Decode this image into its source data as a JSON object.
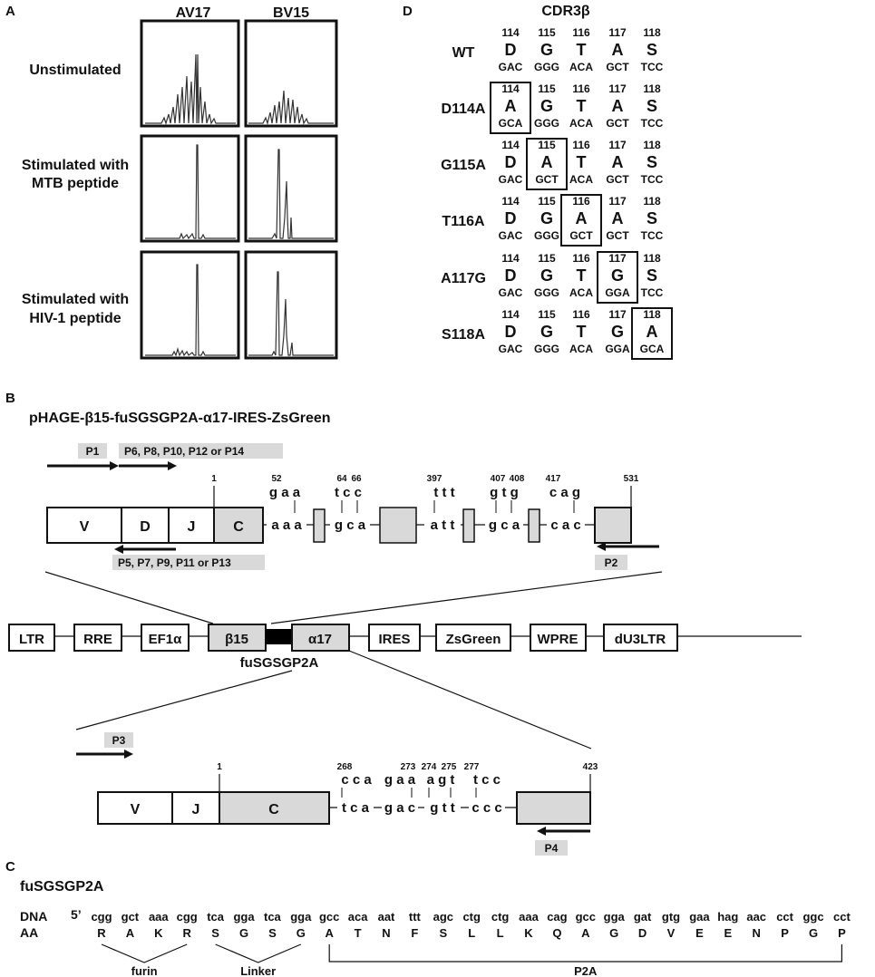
{
  "panelA": {
    "label": "A",
    "columns": [
      "AV17",
      "BV15"
    ],
    "rows": [
      {
        "line1": "Unstimulated",
        "line2": ""
      },
      {
        "line1": "Stimulated with",
        "line2": "MTB peptide"
      },
      {
        "line1": "Stimulated with",
        "line2": "HIV-1 peptide"
      }
    ]
  },
  "panelD": {
    "label": "D",
    "title": "CDR3β",
    "positions": [
      "114",
      "115",
      "116",
      "117",
      "118"
    ],
    "rows": [
      {
        "name": "WT",
        "aa": [
          "D",
          "G",
          "T",
          "A",
          "S"
        ],
        "codons": [
          "GAC",
          "GGG",
          "ACA",
          "GCT",
          "TCC"
        ],
        "boxed": -1
      },
      {
        "name": "D114A",
        "aa": [
          "A",
          "G",
          "T",
          "A",
          "S"
        ],
        "codons": [
          "GCA",
          "GGG",
          "ACA",
          "GCT",
          "TCC"
        ],
        "boxed": 0
      },
      {
        "name": "G115A",
        "aa": [
          "D",
          "A",
          "T",
          "A",
          "S"
        ],
        "codons": [
          "GAC",
          "GCT",
          "ACA",
          "GCT",
          "TCC"
        ],
        "boxed": 1
      },
      {
        "name": "T116A",
        "aa": [
          "D",
          "G",
          "A",
          "A",
          "S"
        ],
        "codons": [
          "GAC",
          "GGG",
          "GCT",
          "GCT",
          "TCC"
        ],
        "boxed": 2
      },
      {
        "name": "A117G",
        "aa": [
          "D",
          "G",
          "T",
          "G",
          "S"
        ],
        "codons": [
          "GAC",
          "GGG",
          "ACA",
          "GGA",
          "TCC"
        ],
        "boxed": 3
      },
      {
        "name": "S118A",
        "aa": [
          "D",
          "G",
          "T",
          "G",
          "A"
        ],
        "codons": [
          "GAC",
          "GGG",
          "ACA",
          "GGA",
          "GCA"
        ],
        "boxed": 4
      }
    ]
  },
  "panelB": {
    "label": "B",
    "title": "pHAGE-β15-fuSGSGP2A-α17-IRES-ZsGreen",
    "beta": {
      "segments": [
        "V",
        "D",
        "J",
        "C"
      ],
      "start": "1",
      "end": "531",
      "primers_fwd": [
        "P1",
        "P6, P8, P10, P12 or P14"
      ],
      "primers_rev": [
        "P5, P7, P9, P11 or P13",
        "P2"
      ],
      "mut_nums": [
        "52",
        "64",
        "66",
        "397",
        "407",
        "408",
        "417"
      ],
      "top_seq": [
        "g a a",
        "t c c",
        "t t t",
        "g t g",
        "c a g"
      ],
      "bottom_seq": [
        "a a a",
        "g c a",
        "a t t",
        "g c a",
        "c a c"
      ]
    },
    "vector": {
      "elements": [
        "LTR",
        "RRE",
        "EF1α",
        "β15",
        "α17",
        "IRES",
        "ZsGreen",
        "WPRE",
        "dU3LTR"
      ],
      "linker_label": "fuSGSGP2A"
    },
    "alpha": {
      "segments": [
        "V",
        "J",
        "C"
      ],
      "start": "1",
      "end": "423",
      "primers_fwd": [
        "P3"
      ],
      "primers_rev": [
        "P4"
      ],
      "mut_nums": [
        "268",
        "273",
        "274",
        "275",
        "277"
      ],
      "top_seq": [
        "c c a",
        "g a a",
        "a g t",
        "t c c"
      ],
      "bottom_seq": [
        "t c a",
        "g a c",
        "g t t",
        "c c c"
      ]
    }
  },
  "panelC": {
    "label": "C",
    "title": "fuSGSGP2A",
    "dna_label": "DNA",
    "aa_label": "AA",
    "five_prime": "5’",
    "codons": [
      "cgg",
      "gct",
      "aaa",
      "cgg",
      "tca",
      "gga",
      "tca",
      "gga",
      "gcc",
      "aca",
      "aat",
      "ttt",
      "agc",
      "ctg",
      "ctg",
      "aaa",
      "cag",
      "gcc",
      "gga",
      "gat",
      "gtg",
      "gaa",
      "hag",
      "aac",
      "cct",
      "ggc",
      "cct"
    ],
    "amino_acids": [
      "R",
      "A",
      "K",
      "R",
      "S",
      "G",
      "S",
      "G",
      "A",
      "T",
      "N",
      "F",
      "S",
      "L",
      "L",
      "K",
      "Q",
      "A",
      "G",
      "D",
      "V",
      "E",
      "E",
      "N",
      "P",
      "G",
      "P"
    ],
    "groups": [
      "furin",
      "Linker",
      "P2A"
    ]
  },
  "colors": {
    "box_fill": "#d9d9d9",
    "line": "#111111",
    "label_bg": "#d9d9d9"
  }
}
